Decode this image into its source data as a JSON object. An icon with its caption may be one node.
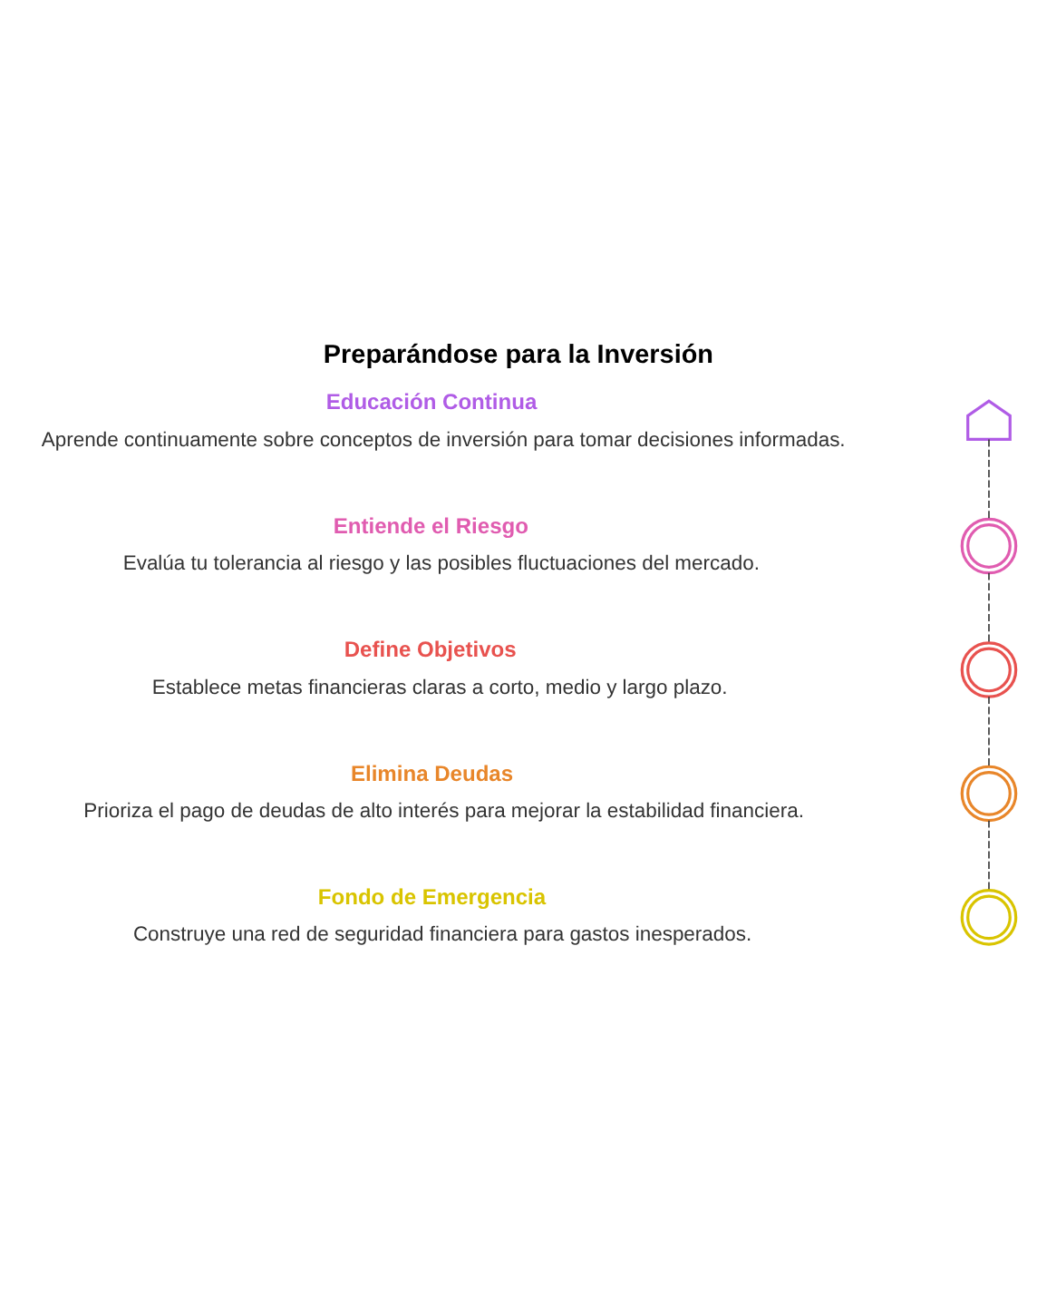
{
  "diagram": {
    "title": "Preparándose para la Inversión",
    "nodes": [
      {
        "text": [
          "Educación Continua",
          "Aprende continuamente sobre conceptos de inversión para tomar decisiones informadas."
        ]
      },
      {
        "text": [],
        "shape": "rocket"
      },
      {
        "text": [
          "Entiende el Riesgo",
          "Evalúa tu tolerancia al riesgo y las posibles fluctuaciones del mercado."
        ]
      },
      {
        "text": [],
        "shape": "pin"
      },
      {
        "text": [
          "Define Objetivos",
          "Establece metas financieras claras a corto, medio y largo plazo."
        ]
      },
      {
        "text": [],
        "shape": "pin"
      },
      {
        "text": [
          "Elimina Deudas",
          "Prioriza el pago de deudas de alto interés para mejorar la estabilidad financiera."
        ]
      },
      {
        "text": [],
        "shape": "pin"
      },
      {
        "text": [
          "Fondo de Emergencia",
          "Construye una red de seguridad financiera para gastos inesperados."
        ]
      },
      {
        "text": [],
        "shape": "pin"
      }
    ],
    "edges": [
      {
        "from": 1,
        "to": 3,
        "arrow": "none",
        "style": "dashed"
      },
      {
        "from": 3,
        "to": 5,
        "arrow": "none",
        "style": "dashed"
      },
      {
        "from": 5,
        "to": 7,
        "arrow": "none",
        "style": "dashed"
      },
      {
        "from": 7,
        "to": 9,
        "arrow": "none",
        "style": "dashed"
      }
    ]
  }
}
